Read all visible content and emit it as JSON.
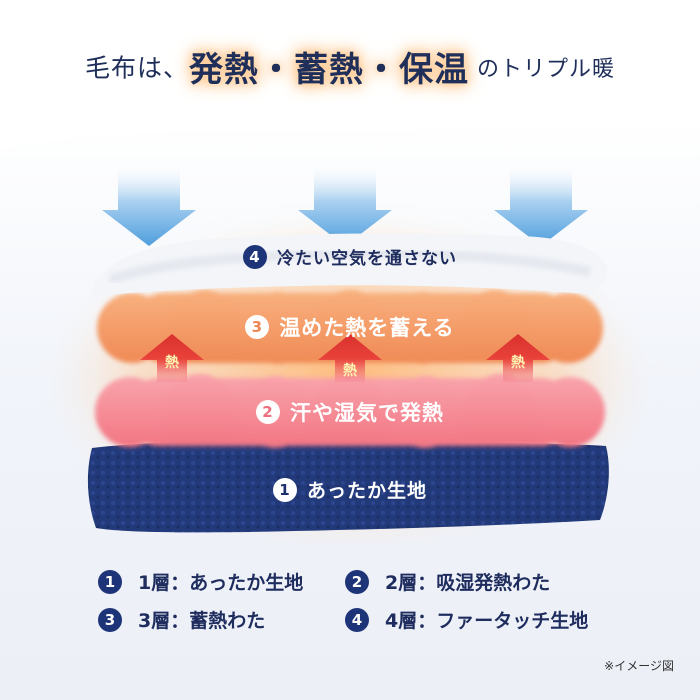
{
  "title": {
    "prefix": "毛布は、",
    "highlight": "発熱・蓄熱・保温",
    "suffix": "のトリプル暖"
  },
  "layers": [
    {
      "num": "4",
      "text": "冷たい空気を通さない",
      "color": "#f2f4f8"
    },
    {
      "num": "3",
      "text": "温めた熱を蓄える",
      "color": "#f39a63"
    },
    {
      "num": "2",
      "text": "汗や湿気で発熱",
      "color": "#f47f8c"
    },
    {
      "num": "1",
      "text": "あったか生地",
      "color": "#233a7a"
    }
  ],
  "heat_label": "熱",
  "legend": [
    {
      "num": "1",
      "text": "1層：あったか生地"
    },
    {
      "num": "2",
      "text": "2層：吸湿発熱わた"
    },
    {
      "num": "3",
      "text": "3層：蓄熱わた"
    },
    {
      "num": "4",
      "text": "4層：ファータッチ生地"
    }
  ],
  "note": "※イメージ図",
  "colors": {
    "navy": "#1e2c5e",
    "arrow_blue": "#5aa6e0",
    "heat_red": "#e8413a",
    "glow": "#ffb36b"
  }
}
